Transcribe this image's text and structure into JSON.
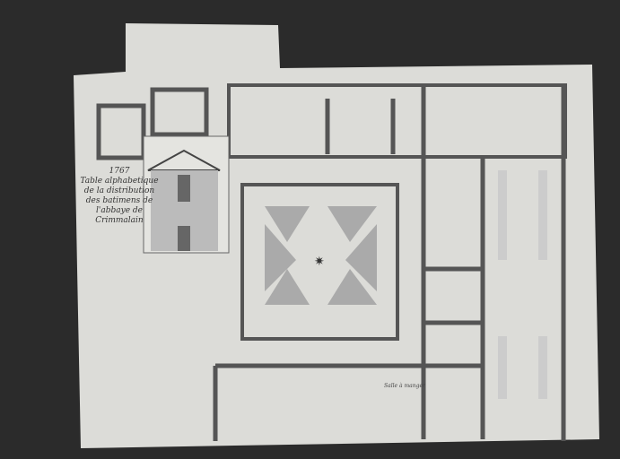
{
  "plan": {
    "year": "1767",
    "title": "Table alphabetique de la distribution des batimens de l'abbaye de Crimmalain",
    "room_label": "Salle à manger"
  },
  "colors": {
    "paper": "#dcdcd8",
    "wall": "#555555",
    "background": "#2a2a2a"
  }
}
